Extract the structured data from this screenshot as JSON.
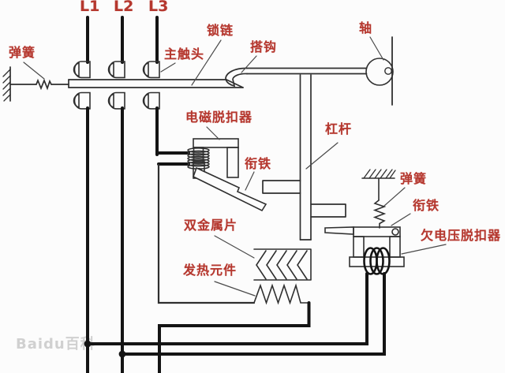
{
  "diagram": {
    "type": "low-voltage circuit breaker structural schematic",
    "phases": {
      "l1": "L1",
      "l2": "L2",
      "l3": "L3"
    },
    "labels": {
      "spring_left": "弹簧",
      "main_contact": "主触头",
      "lock_latch": "锁链",
      "hook": "搭钩",
      "shaft": "轴",
      "electromagnetic_release": "电磁脱扣器",
      "lever": "杠杆",
      "armature_em": "衔铁",
      "bimetallic_strip": "双金属片",
      "heating_element": "发热元件",
      "spring_right": "弹簧",
      "armature_uv": "衔铁",
      "undervoltage_release": "欠电压脱扣器"
    },
    "watermark": "Baidu百科",
    "colors": {
      "label_red": "#b5372e",
      "line_dark": "#2f2f2f",
      "wire_black": "#141414",
      "watermark_gray": "#b9b9b9",
      "background": "#fcfcfc"
    }
  }
}
